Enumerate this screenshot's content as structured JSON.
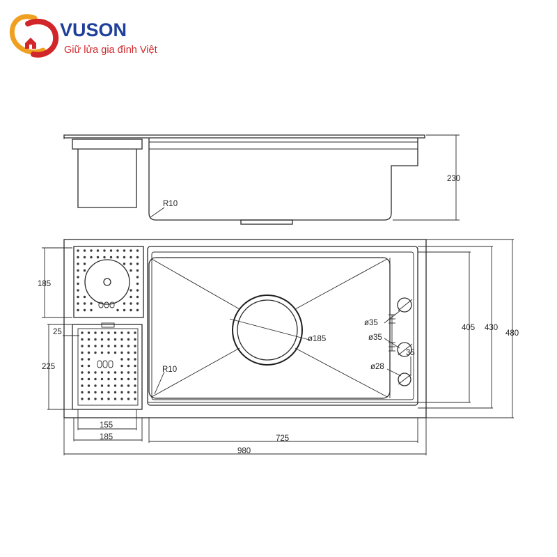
{
  "brand": {
    "name": "VUSON",
    "tagline": "Giữ lửa gia đình Việt",
    "colors": {
      "name": "#1f3f9a",
      "tagline": "#d1262a",
      "logo_red": "#d1262a",
      "logo_orange": "#f0a020"
    }
  },
  "side_view": {
    "height_label": "230",
    "radius_label": "R10"
  },
  "top_view": {
    "left_height_label": "185",
    "offset_label": "25",
    "lower_height_label": "225",
    "radius_label": "R10",
    "drain_label": "ø185",
    "hole1_label": "ø35",
    "hole2_label": "ø35",
    "hole3_label": "ø28",
    "gap_label": "35",
    "depth_405": "405",
    "depth_430": "430",
    "depth_480": "480",
    "width_155": "155",
    "width_185": "185",
    "width_725": "725",
    "width_980": "980"
  },
  "colors": {
    "line": "#2a2a2a",
    "background": "#ffffff"
  }
}
